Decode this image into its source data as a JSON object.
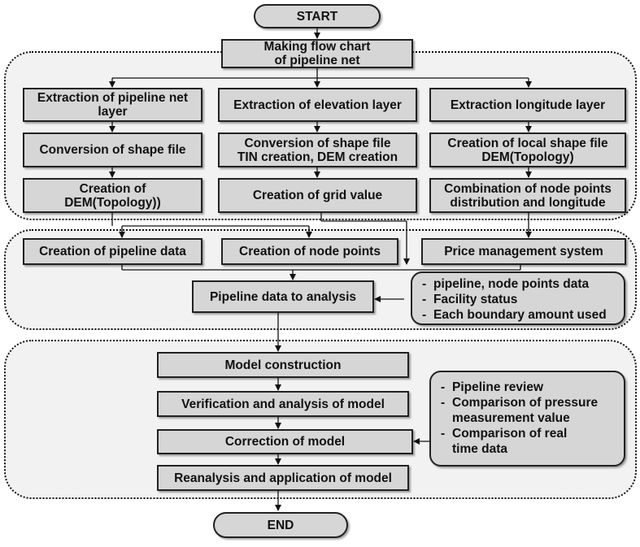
{
  "start": "START",
  "end": "END",
  "top_box": "Making flow chart\nof pipeline net",
  "section1": {
    "col1": [
      "Extraction of pipeline net\nlayer",
      "Conversion of shape file",
      "Creation of\nDEM(Topology))"
    ],
    "col2": [
      "Extraction of elevation layer",
      "Conversion of shape file\nTIN creation,  DEM creation",
      "Creation of grid value"
    ],
    "col3": [
      "Extraction longitude layer",
      "Creation of local shape file\nDEM(Topology)",
      "Combination of node points\ndistribution and longitude"
    ]
  },
  "section2": {
    "pipeline_data": "Creation of pipeline data",
    "node_points": "Creation of node points",
    "price_mgmt": "Price management system",
    "analysis": "Pipeline data to analysis",
    "notes": [
      "pipeline, node points data",
      "Facility status",
      "Each boundary amount used"
    ]
  },
  "section3": {
    "steps": [
      "Model construction",
      "Verification and analysis of model",
      "Correction of model",
      "Reanalysis and application of model"
    ],
    "notes": [
      "Pipeline review",
      "Comparison of pressure\nmeasurement value",
      "Comparison of real\ntime data"
    ]
  }
}
